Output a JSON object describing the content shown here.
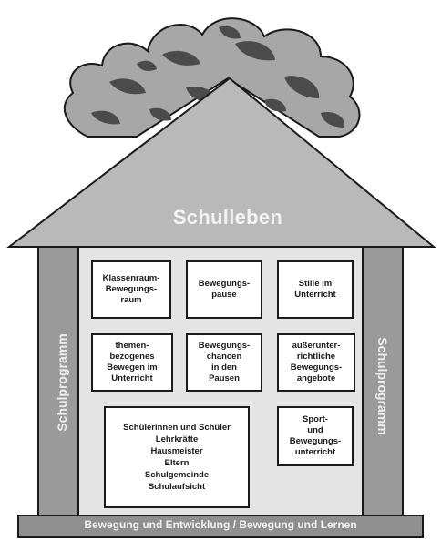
{
  "roof": {
    "title": "Schulleben"
  },
  "pillars": {
    "left": "Schulprogramm",
    "right": "Schulprogramm"
  },
  "foundation": {
    "text": "Bewegung und Entwicklung / Bewegung und Lernen"
  },
  "boxes": [
    {
      "text": "Klassenraum-\nBewegungs-\nraum"
    },
    {
      "text": "Bewegungs-\npause"
    },
    {
      "text": "Stille im\nUnterricht"
    },
    {
      "text": "themen-\nbezogenes\nBewegen im\nUnterricht"
    },
    {
      "text": "Bewegungs-\nchancen\nin den\nPausen"
    },
    {
      "text": "außerunter-\nrichtliche\nBewegungs-\nangebote"
    },
    {
      "text": "Schülerinnen und Schüler\nLehrkräfte\nHausmeister\nEltern\nSchulgemeinde\nSchulaufsicht"
    },
    {
      "text": "Sport-\nund\nBewegungs-\nunterricht"
    }
  ],
  "colors": {
    "outline": "#1a1a1a",
    "roof": "#b9b9b9",
    "wall": "#e4e4e4",
    "pillar": "#9a9a9a",
    "foundation": "#8f8f8f",
    "tree_light": "#a7a7a7",
    "tree_dark": "#4b4b4b"
  }
}
